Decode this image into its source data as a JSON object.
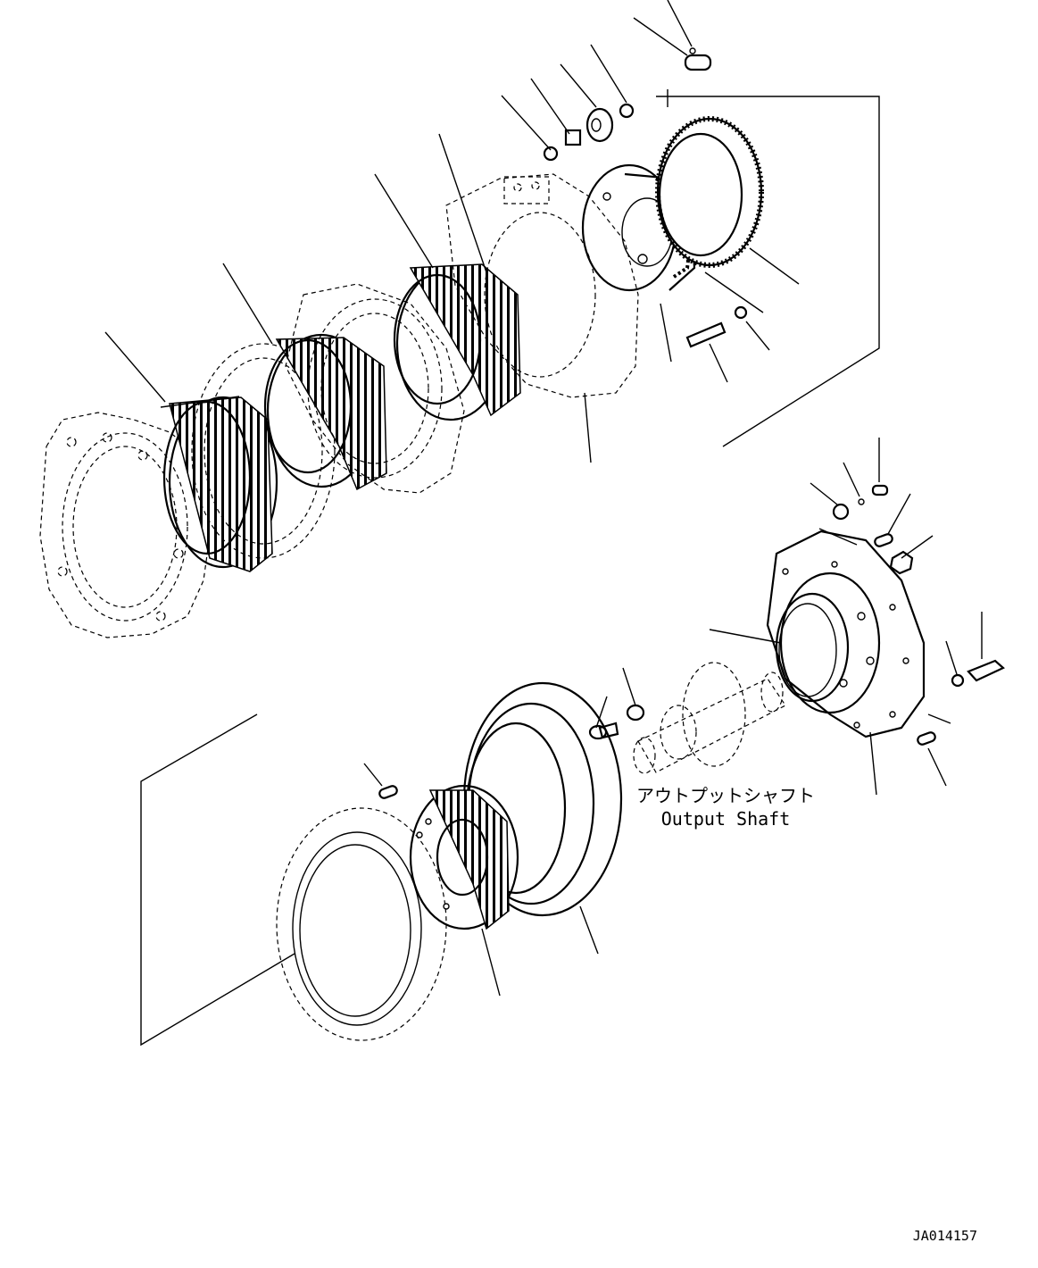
{
  "labels": {
    "output_shaft_jp": "アウトプットシャフト",
    "output_shaft_en": "Output Shaft",
    "drawing_id": "JA014157"
  }
}
